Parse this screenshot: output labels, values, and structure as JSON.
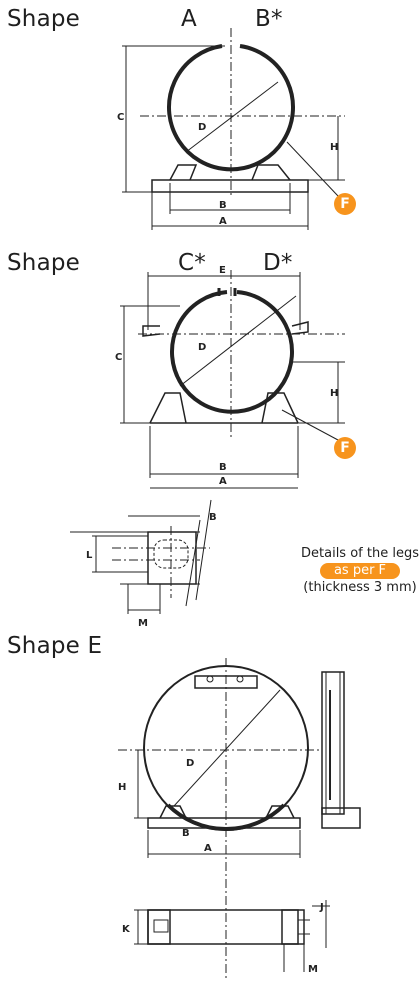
{
  "headings": {
    "shape_ab": "Shape",
    "shape_ab_a": "A",
    "shape_ab_b": "B*",
    "shape_cd": "Shape",
    "shape_cd_c": "C*",
    "shape_cd_d": "D*",
    "shape_e": "Shape E"
  },
  "labels": {
    "C": "C",
    "D": "D",
    "H": "H",
    "B": "B",
    "A": "A",
    "E": "E",
    "L": "L",
    "M": "M",
    "K": "K",
    "J": "J"
  },
  "badge": "F",
  "legs_note": {
    "line1": "Details of the legs",
    "line2": "as per F",
    "line3": "(thickness 3 mm)"
  },
  "colors": {
    "accent": "#f7941d",
    "ink": "#222222"
  }
}
